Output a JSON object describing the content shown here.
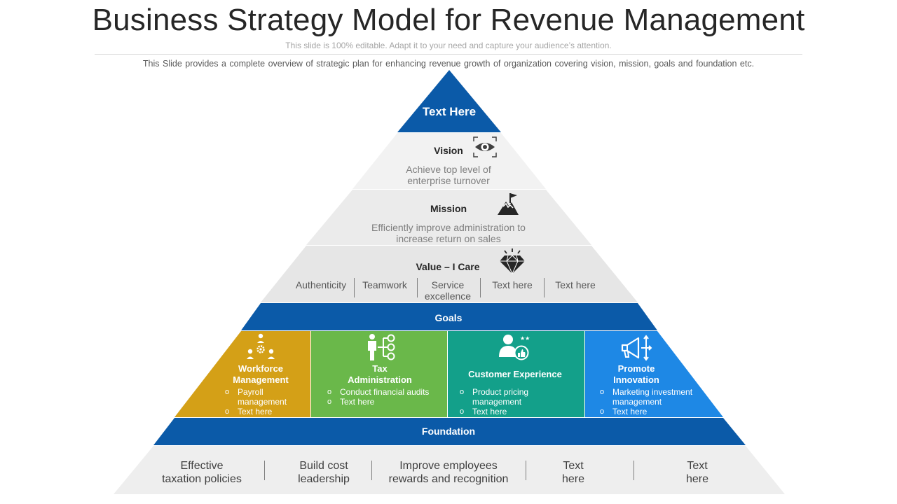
{
  "header": {
    "title": "Business Strategy Model for Revenue Management",
    "subtitle": "This slide is 100% editable. Adapt it to your need and capture your audience’s attention.",
    "description": "This Slide provides  a complete overview  of strategic plan for enhancing revenue  growth of organization  covering  vision,  mission,  goals and foundation  etc."
  },
  "pyramid": {
    "apex": {
      "label": "Text Here"
    },
    "vision": {
      "heading": "Vision",
      "text_line1": "Achieve top level of",
      "text_line2": "enterprise turnover",
      "icon": "eye-icon"
    },
    "mission": {
      "heading": "Mission",
      "text_line1": "Efficiently improve administration to",
      "text_line2": "increase return on sales",
      "icon": "mountain-flag-icon"
    },
    "values": {
      "heading": "Value – I Care",
      "icon": "diamond-icon",
      "items": [
        "Authenticity",
        "Teamwork",
        "Service excellence",
        "Text here",
        "Text here"
      ]
    },
    "goals": {
      "label": "Goals",
      "cards": [
        {
          "title_line1": "Workforce",
          "title_line2": "Management",
          "icon": "team-gear-icon",
          "color": "#d4a017",
          "bullets": [
            "Payroll management",
            "Text here"
          ]
        },
        {
          "title_line1": "Tax",
          "title_line2": "Administration",
          "icon": "person-network-icon",
          "color": "#6ab84a",
          "bullets": [
            "Conduct financial audits",
            "Text here"
          ]
        },
        {
          "title_line1": "Customer Experience",
          "title_line2": "",
          "icon": "customer-rating-icon",
          "color": "#13a08a",
          "bullets": [
            "Product pricing management",
            "Text here"
          ]
        },
        {
          "title_line1": "Promote",
          "title_line2": "Innovation",
          "icon": "megaphone-icon",
          "color": "#1e88e5",
          "bullets": [
            "Marketing investment management",
            "Text here"
          ]
        }
      ]
    },
    "foundation": {
      "label": "Foundation",
      "items": [
        {
          "line1": "Effective",
          "line2": "taxation policies"
        },
        {
          "line1": "Build cost",
          "line2": "leadership"
        },
        {
          "line1": "Improve employees",
          "line2": "rewards and recognition"
        },
        {
          "line1": "Text",
          "line2": "here"
        },
        {
          "line1": "Text",
          "line2": "here"
        }
      ]
    }
  },
  "colors": {
    "blue_dark": "#0b5aa8",
    "band_grey_1": "#f2f2f2",
    "band_grey_2": "#ebebeb",
    "band_grey_3": "#e6e6e6",
    "foundation_grey": "#eeeeee"
  }
}
